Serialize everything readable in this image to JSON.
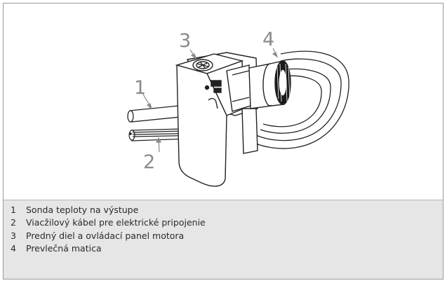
{
  "callouts": [
    {
      "number": "1"
    },
    {
      "number": "2"
    },
    {
      "number": "3"
    },
    {
      "number": "4"
    }
  ],
  "legend": [
    {
      "number": "1",
      "text": "Sonda teploty na výstupe"
    },
    {
      "number": "2",
      "text": "Viacžilový kábel pre elektrické pripojenie"
    },
    {
      "number": "3",
      "text": "Predný diel a ovládací panel motora"
    },
    {
      "number": "4",
      "text": "Prevlečná matica"
    }
  ],
  "colors": {
    "callout": "#8a8a8a",
    "line": "#222222",
    "legend_bg": "#e6e6e6"
  }
}
